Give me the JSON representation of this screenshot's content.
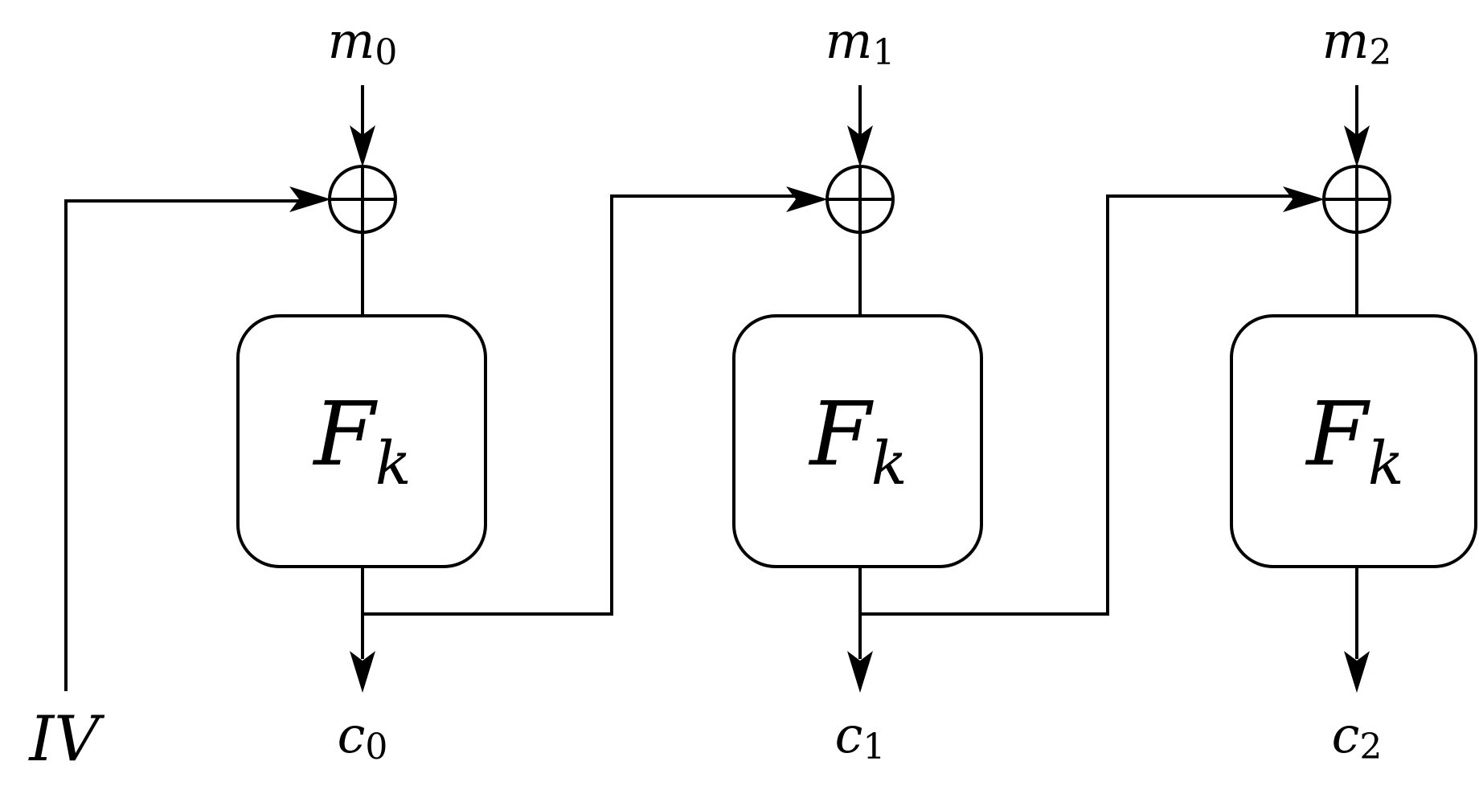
{
  "initialization_vector": {
    "label": "IV"
  },
  "blocks": [
    {
      "message": {
        "base": "m",
        "index": "0"
      },
      "cipher": {
        "base": "F",
        "index": "k"
      },
      "ciphertext": {
        "base": "c",
        "index": "0"
      }
    },
    {
      "message": {
        "base": "m",
        "index": "1"
      },
      "cipher": {
        "base": "F",
        "index": "k"
      },
      "ciphertext": {
        "base": "c",
        "index": "1"
      }
    },
    {
      "message": {
        "base": "m",
        "index": "2"
      },
      "cipher": {
        "base": "F",
        "index": "k"
      },
      "ciphertext": {
        "base": "c",
        "index": "2"
      }
    }
  ]
}
